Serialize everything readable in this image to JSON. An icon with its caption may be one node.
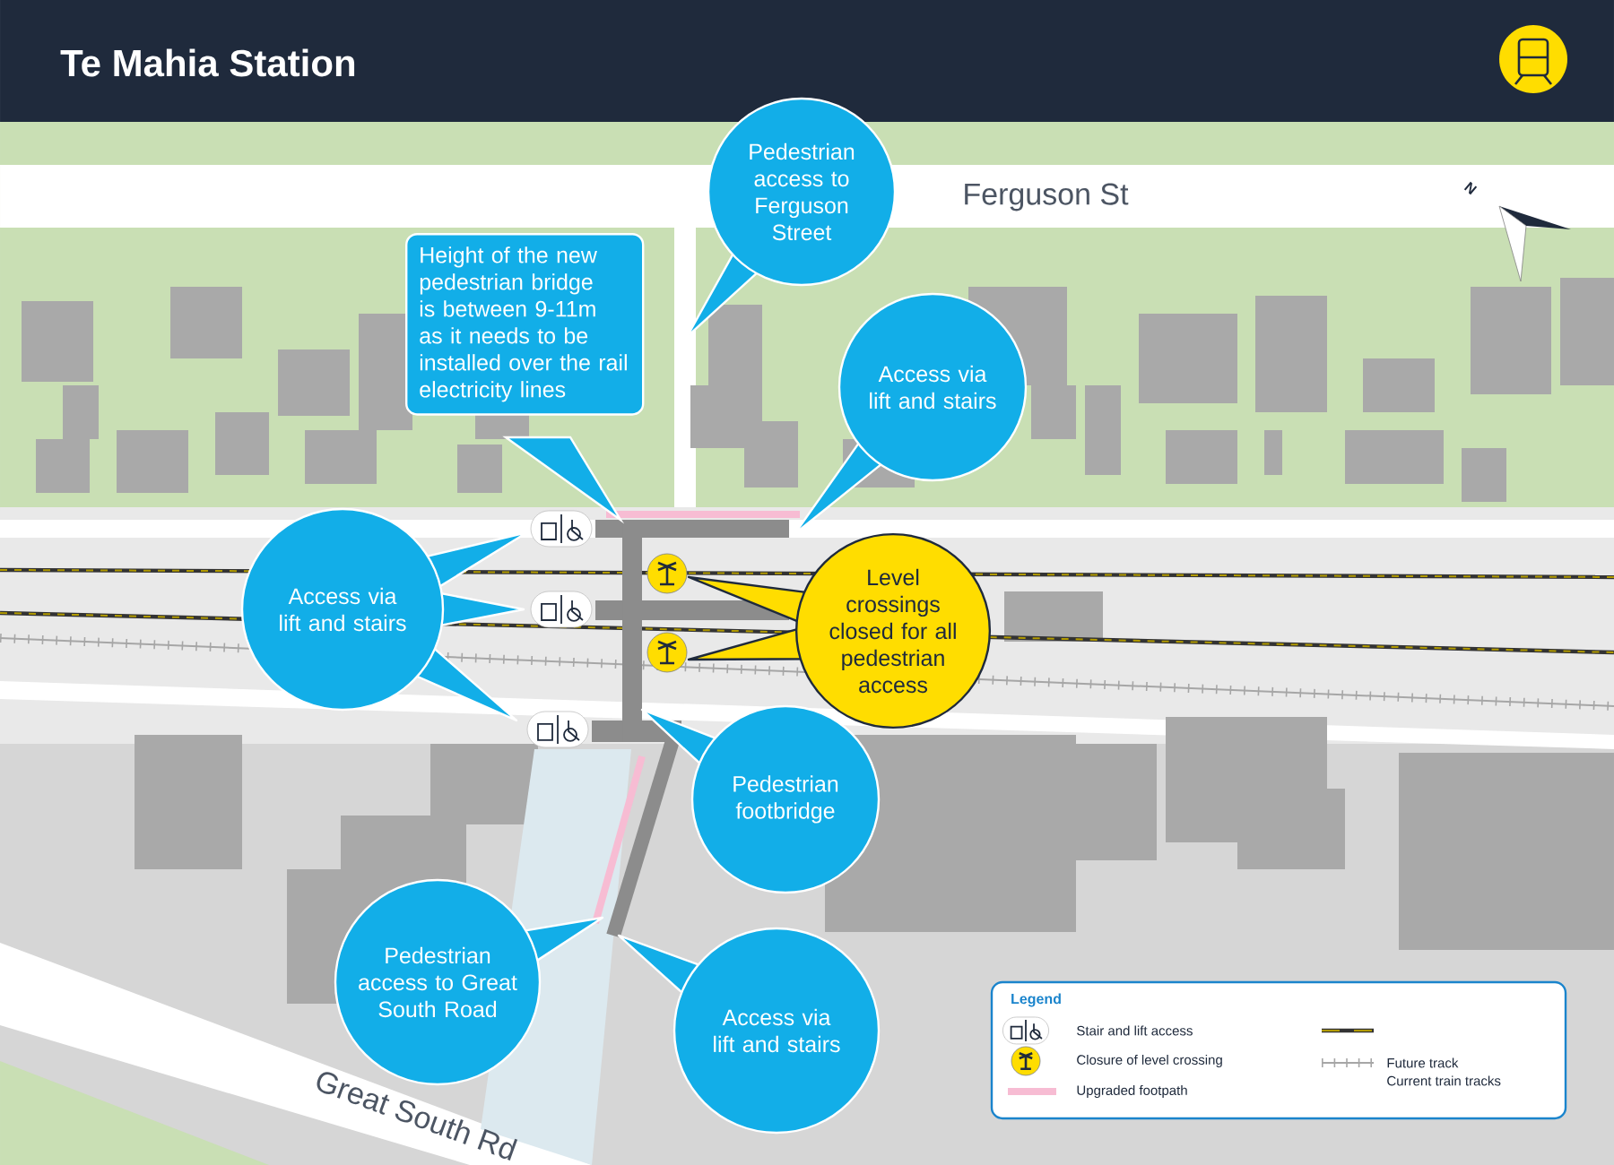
{
  "diagram": {
    "title": "Te Mahia Station",
    "nodes": [
      {
        "text": [
          "Pedestrian access to Ferguson Street"
        ]
      },
      {
        "text": [
          "Height of the new pedestrian bridge is between 9-11m as it needs to be installed over the rail electricity lines"
        ]
      },
      {
        "text": [
          "Access via lift and stairs"
        ]
      },
      {
        "text": [
          "Access via lift and stairs"
        ]
      },
      {
        "text": [
          "Level crossings closed for all pedestrian access"
        ]
      },
      {
        "text": [
          "Pedestrian footbridge"
        ]
      },
      {
        "text": [
          "Pedestrian access to Great South Road"
        ]
      },
      {
        "text": [
          "Access via lift and stairs"
        ]
      }
    ],
    "labels": [
      "Ferguson St",
      "N",
      "Great South Rd",
      "Legend"
    ],
    "legend": [
      {
        "text": "Stair and lift access"
      },
      {
        "text": "Closure of level crossing"
      },
      {
        "text": "Upgraded footpath",
        "color": "#f7bcd3"
      },
      {
        "text": "Future track"
      },
      {
        "text": "Current train tracks"
      }
    ]
  }
}
